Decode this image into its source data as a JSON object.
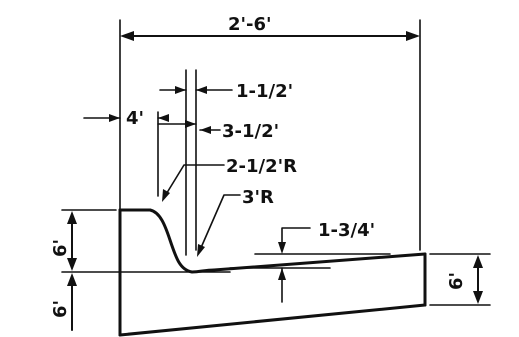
{
  "dimensions": {
    "overall_width": "2'-6'",
    "upper_gap": "1-1/2'",
    "left_offset": "4'",
    "groove_width": "3-1/2'",
    "small_radius": "2-1/2'R",
    "large_radius": "3'R",
    "slope_drop": "1-3/4'",
    "right_height": "6'",
    "left_upper_height": "6'",
    "left_lower_height": "6'"
  },
  "colors": {
    "ink": "#111111",
    "paper": "#ffffff"
  }
}
